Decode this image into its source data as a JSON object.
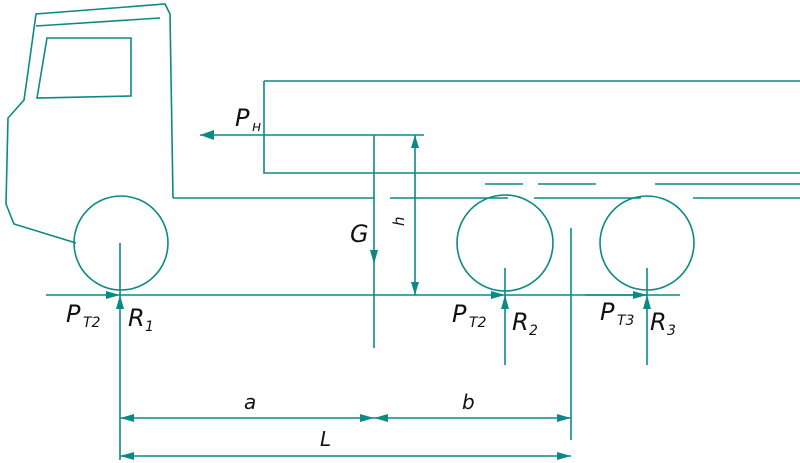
{
  "labels": {
    "p_n": "P",
    "p_n_sub": "н",
    "g": "G",
    "h": "h",
    "pt2_left": "P",
    "pt2_left_sub": "T2",
    "r1": "R",
    "r1_sub": "1",
    "pt2_mid": "P",
    "pt2_mid_sub": "T2",
    "r2": "R",
    "r2_sub": "2",
    "pt3": "P",
    "pt3_sub": "T3",
    "r3": "R",
    "r3_sub": "3",
    "a": "a",
    "b": "b",
    "L": "L"
  },
  "colors": {
    "outline": "#0b8a85",
    "annotation": "#111111"
  }
}
